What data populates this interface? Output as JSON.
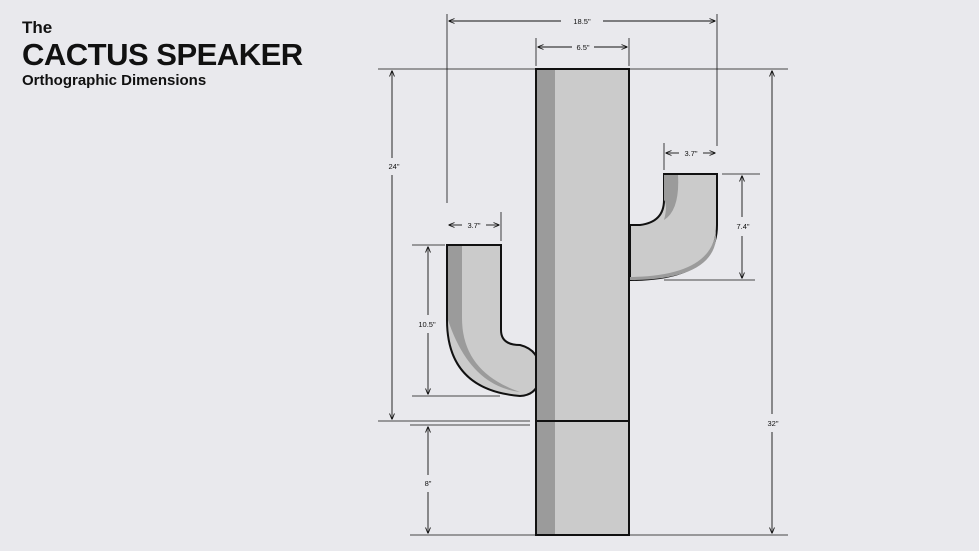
{
  "header": {
    "pre_title": "The",
    "title": "CACTUS SPEAKER",
    "subtitle": "Orthographic Dimensions"
  },
  "dimensions": {
    "overall_width": "18.5\"",
    "trunk_width": "6.5\"",
    "right_arm_width": "3.7\"",
    "left_arm_width": "3.7\"",
    "right_arm_height": "7.4\"",
    "left_arm_height": "10.5\"",
    "upper_height": "24\"",
    "total_height": "32\"",
    "base_height": "8\""
  },
  "colors": {
    "background": "#e9e9ed",
    "body_fill": "#cbcbcb",
    "shadow_fill": "#9b9b9b",
    "outline": "#111111"
  }
}
